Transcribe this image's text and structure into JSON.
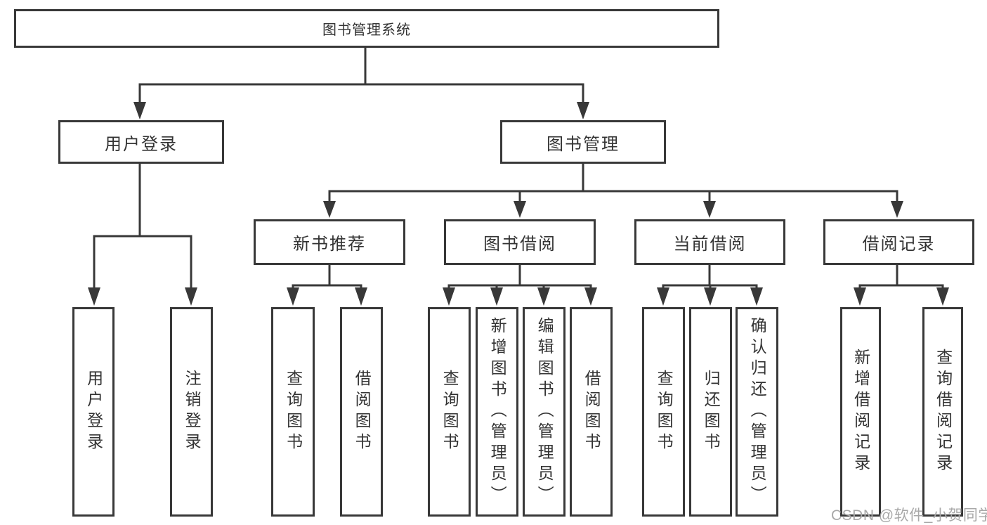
{
  "diagram": {
    "root": {
      "label": "图书管理系统"
    },
    "level2": [
      {
        "label": "用户登录"
      },
      {
        "label": "图书管理"
      }
    ],
    "level3": [
      {
        "label": "新书推荐"
      },
      {
        "label": "图书借阅"
      },
      {
        "label": "当前借阅"
      },
      {
        "label": "借阅记录"
      }
    ],
    "leaves": {
      "user_login": [
        {
          "label": "用户登录"
        },
        {
          "label": "注销登录"
        }
      ],
      "new_book": [
        {
          "label": "查询图书"
        },
        {
          "label": "借阅图书"
        }
      ],
      "book_borrow": [
        {
          "label": "查询图书"
        },
        {
          "label": "新增图书（管理员）"
        },
        {
          "label": "编辑图书（管理员）"
        },
        {
          "label": "借阅图书"
        }
      ],
      "current_borrow": [
        {
          "label": "查询图书"
        },
        {
          "label": "归还图书"
        },
        {
          "label": "确认归还（管理员）"
        }
      ],
      "borrow_record": [
        {
          "label": "新增借阅记录"
        },
        {
          "label": "查询借阅记录"
        }
      ]
    }
  },
  "watermark": {
    "text": "CSDN @软件_小贺同学"
  },
  "colors": {
    "line": "#383838",
    "box_border": "#383838",
    "text": "#333333",
    "watermark": "#a8a8a8",
    "background": "#ffffff"
  }
}
